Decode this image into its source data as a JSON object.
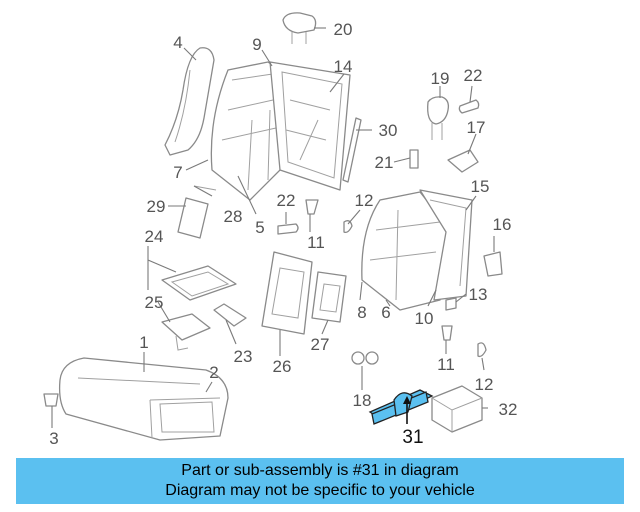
{
  "diagram": {
    "callouts": [
      "20",
      "4",
      "9",
      "14",
      "19",
      "22",
      "30",
      "17",
      "21",
      "7",
      "28",
      "5",
      "29",
      "22",
      "11",
      "12",
      "15",
      "24",
      "16",
      "13",
      "25",
      "10",
      "8",
      "6",
      "27",
      "26",
      "23",
      "11",
      "1",
      "2",
      "18",
      "12",
      "3",
      "32",
      "31"
    ],
    "highlight_callout": "31",
    "highlight_color": "#5bc0f0"
  },
  "banner": {
    "line1": "Part or sub-assembly is #31 in diagram",
    "line2": "Diagram may not be specific to your vehicle",
    "color": "#5bc0f0"
  }
}
